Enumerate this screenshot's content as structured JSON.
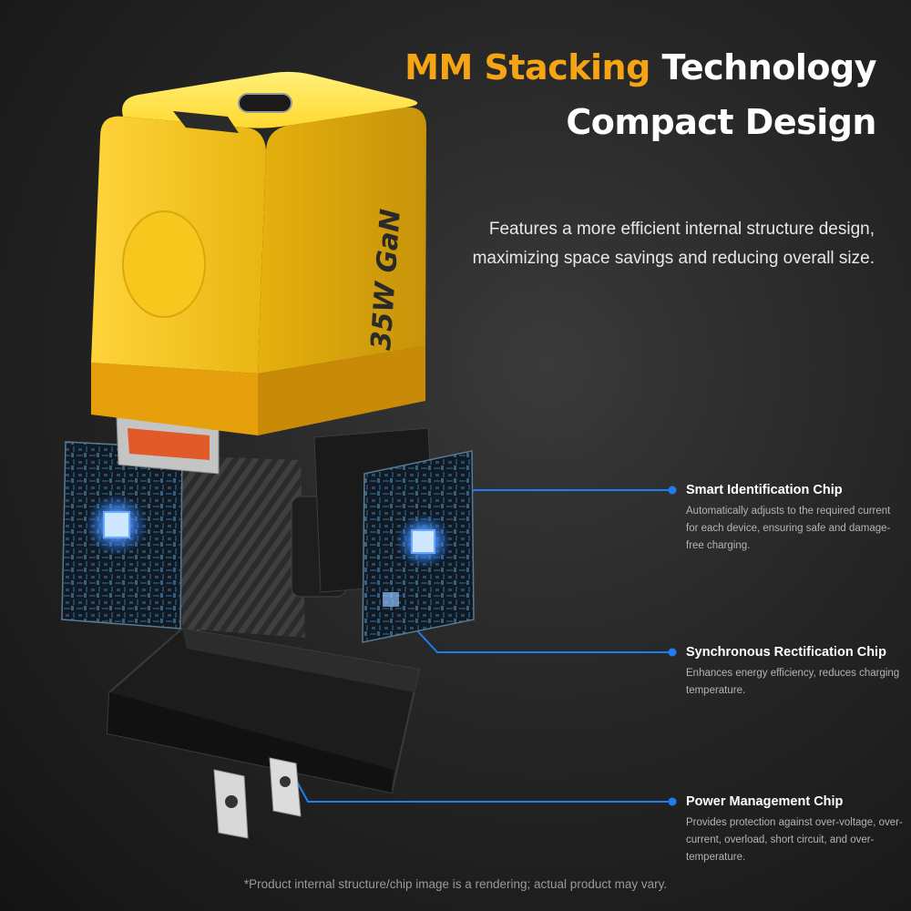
{
  "headline": {
    "line1_accent": "MM Stacking",
    "line1_rest": " Technology",
    "line2": "Compact Design"
  },
  "description": "Features a more efficient internal structure design, maximizing space savings and reducing overall size.",
  "product_marking": "35W GaN",
  "callouts": [
    {
      "title": "Smart Identification Chip",
      "text": "Automatically adjusts to the required current for each device, ensuring safe and damage-free charging."
    },
    {
      "title": "Synchronous Rectification Chip",
      "text": "Enhances energy efficiency, reduces charging temperature."
    },
    {
      "title": "Power Management Chip",
      "text": "Provides protection against over-voltage, over-current, overload, short circuit, and over-temperature."
    }
  ],
  "footnote": "*Product internal structure/chip image is a rendering; actual product may vary.",
  "colors": {
    "accent": "#f5a414",
    "charger_yellow": "#f2c21a",
    "callout_line": "#1e7df0",
    "chip_glow": "#3f8cff"
  }
}
